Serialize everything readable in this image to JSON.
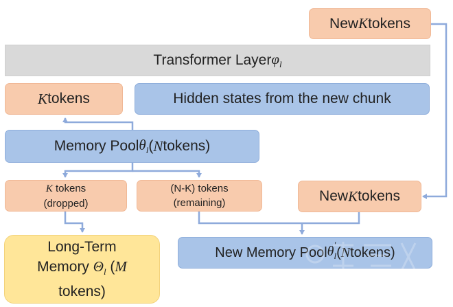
{
  "top_new_k": {
    "prefix": "New ",
    "var": "K",
    "suffix": " tokens"
  },
  "transformer_layer": {
    "text": "Transformer Layer ",
    "sym": "φ",
    "sub": "l"
  },
  "k_tokens": {
    "var": "K",
    "suffix": " tokens"
  },
  "hidden_states": {
    "text": "Hidden states from the new chunk"
  },
  "memory_pool": {
    "text": "Memory Pool ",
    "sym": "θ",
    "sub": "l",
    "paren_open": " (",
    "var": "N",
    "paren_close": " tokens)"
  },
  "k_dropped": {
    "var": "K",
    "suffix": " tokens",
    "line2": "(dropped)"
  },
  "nk_remaining": {
    "line1": "(N-K) tokens",
    "line2": "(remaining)"
  },
  "right_new_k": {
    "prefix": "New ",
    "var": "K",
    "suffix": " tokens"
  },
  "long_term": {
    "line1": "Long-Term",
    "line2a": "Memory ",
    "sym": "Θ",
    "sub": "l",
    "paren_open": " (",
    "var": "M",
    "line3": "tokens)"
  },
  "new_memory_pool": {
    "text": "New Memory Pool ",
    "sym": "θ",
    "sup": "′",
    "sub": "l",
    "paren_open": " (",
    "var": "N",
    "paren_close": " tokens)"
  },
  "colors": {
    "peach": "#f8cbad",
    "blue": "#a9c4e8",
    "gray": "#d9d9d9",
    "yellow": "#ffe699",
    "arrow": "#8eaadb"
  }
}
